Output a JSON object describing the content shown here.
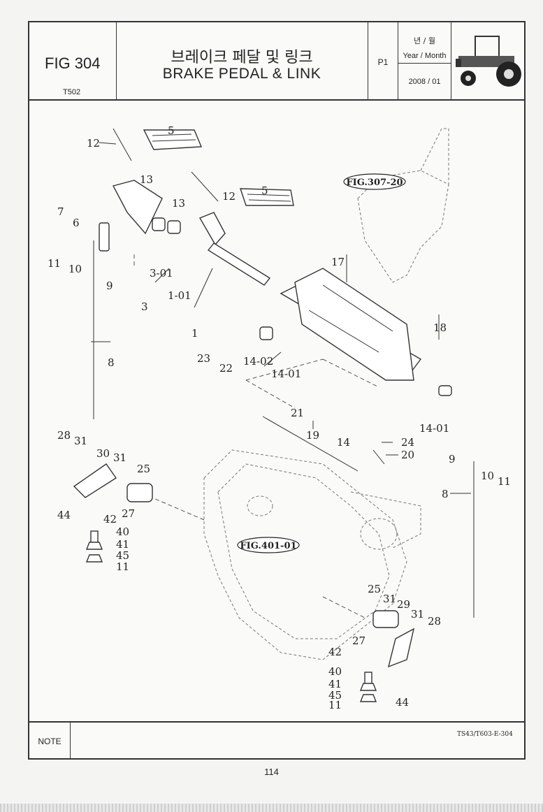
{
  "header": {
    "fig_no": "FIG 304",
    "model": "T502",
    "title_kr": "브레이크 페달 및 링크",
    "title_en": "BRAKE PEDAL & LINK",
    "page_ref": "P1",
    "date_header_kr": "년 / 월",
    "date_header_en": "Year / Month",
    "date_value": "2008 / 01",
    "thumbnail": "tractor-icon"
  },
  "references": {
    "upper": "FIG.307-20",
    "lower": "FIG.401-01"
  },
  "callouts": {
    "c1": "1",
    "c1_01": "1-01",
    "c3": "3",
    "c3_01": "3-01",
    "c5a": "5",
    "c5b": "5",
    "c6": "6",
    "c7": "7",
    "c8a": "8",
    "c8b": "8",
    "c9a": "9",
    "c9b": "9",
    "c10a": "10",
    "c10b": "10",
    "c11a": "11",
    "c11b": "11",
    "c11c": "11",
    "c11d": "11",
    "c12a": "12",
    "c12b": "12",
    "c13a": "13",
    "c13b": "13",
    "c14": "14",
    "c14_01a": "14-01",
    "c14_01b": "14-01",
    "c14_02": "14-02",
    "c17": "17",
    "c18": "18",
    "c19": "19",
    "c20": "20",
    "c21": "21",
    "c22": "22",
    "c23": "23",
    "c24": "24",
    "c25a": "25",
    "c25b": "25",
    "c27a": "27",
    "c27b": "27",
    "c28a": "28",
    "c28b": "28",
    "c29": "29",
    "c30": "30",
    "c31a": "31",
    "c31b": "31",
    "c31c": "31",
    "c31d": "31",
    "c40a": "40",
    "c40b": "40",
    "c41a": "41",
    "c41b": "41",
    "c42a": "42",
    "c42b": "42",
    "c44a": "44",
    "c44b": "44",
    "c45a": "45",
    "c45b": "45"
  },
  "drawing_code": "TS43/T603-E-304",
  "note": {
    "label": "NOTE",
    "text": ""
  },
  "page_number": "114"
}
